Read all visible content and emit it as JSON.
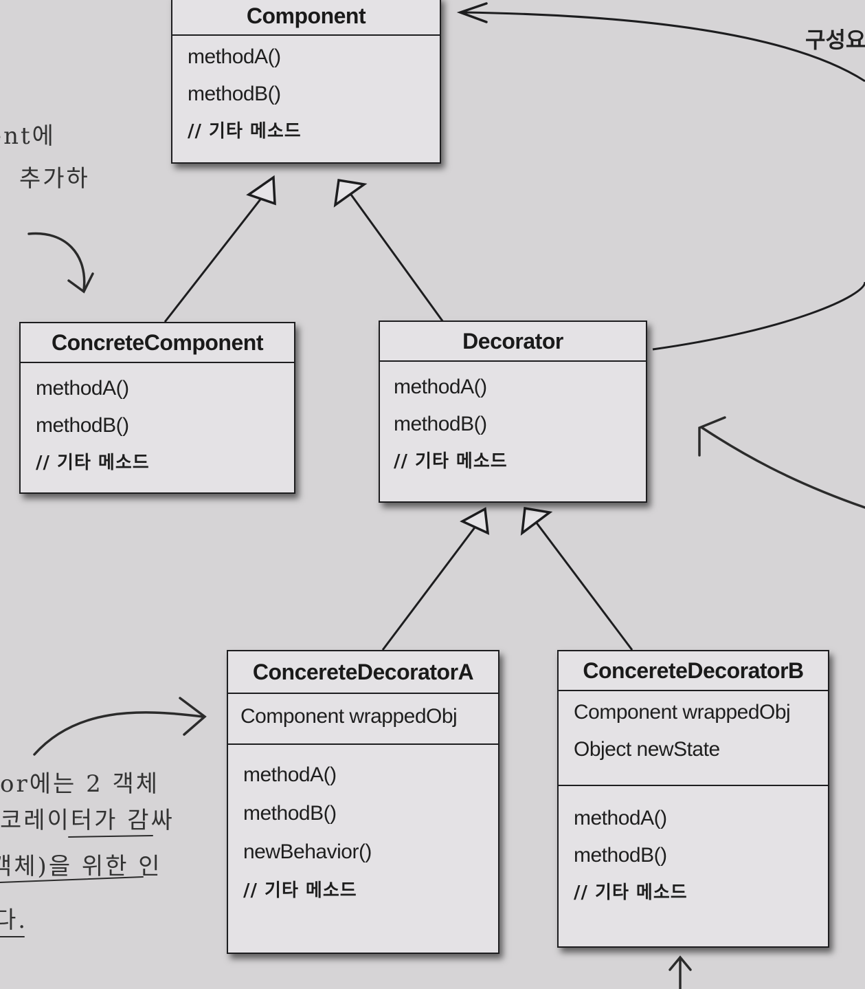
{
  "classes": {
    "component": {
      "name": "Component",
      "methods": [
        "methodA()",
        "methodB()",
        "// 기타 메소드"
      ]
    },
    "concrete_component": {
      "name": "ConcreteComponent",
      "methods": [
        "methodA()",
        "methodB()",
        "// 기타 메소드"
      ]
    },
    "decorator": {
      "name": "Decorator",
      "methods": [
        "methodA()",
        "methodB()",
        "// 기타 메소드"
      ]
    },
    "decorator_a": {
      "name": "ConcereteDecoratorA",
      "fields": [
        "Component wrappedObj"
      ],
      "methods": [
        "methodA()",
        "methodB()",
        "newBehavior()",
        "// 기타 메소드"
      ]
    },
    "decorator_b": {
      "name": "ConcereteDecoratorB",
      "fields": [
        "Component wrappedObj",
        "Object newState"
      ],
      "methods": [
        "methodA()",
        "methodB()",
        "// 기타 메소드"
      ]
    }
  },
  "side_label": "구성요",
  "notes": {
    "left_top_1": "ent에",
    "left_top_2": "추가하",
    "left_bottom_1": "or에는 2 객체",
    "left_bottom_2": "코레이터가 감싸",
    "left_bottom_3": "객체)을 위한 인",
    "left_bottom_4": "다."
  },
  "colors": {
    "paper": "#d6d4d6",
    "box_fill": "#e4e2e5",
    "ink": "#1d1d1f"
  }
}
